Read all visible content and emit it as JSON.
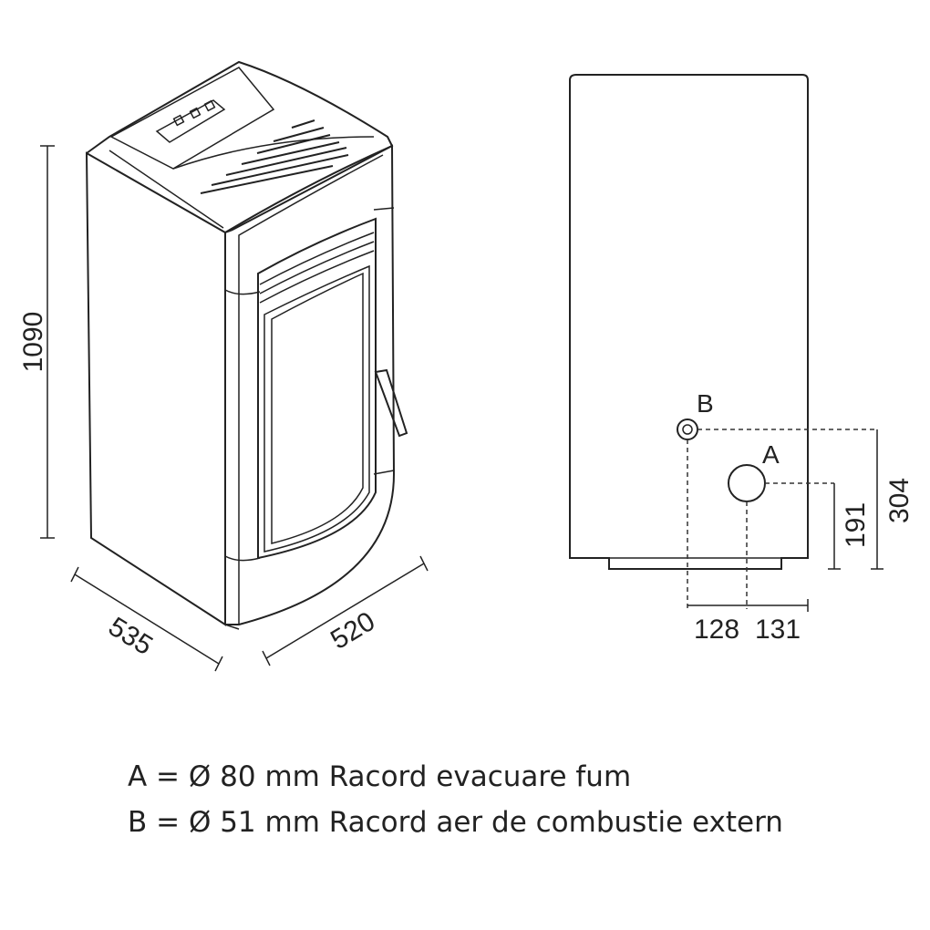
{
  "stove_view": {
    "height_label": "1090",
    "depth_label": "535",
    "width_label": "520"
  },
  "back_view": {
    "marker_a": "A",
    "marker_b": "B",
    "dim_b_height": "304",
    "dim_a_height": "191",
    "dim_b_offset": "128",
    "dim_a_offset": "131"
  },
  "legend": {
    "line_a": "A = Ø 80 mm Racord evacuare fum",
    "line_b": "B = Ø 51 mm Racord aer de combustie extern"
  }
}
